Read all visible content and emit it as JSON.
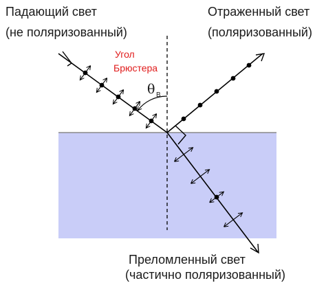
{
  "labels": {
    "incident_line1": "Падающий свет",
    "incident_line2": "(не поляризованный)",
    "reflected_line1": "Отраженный свет",
    "reflected_line2": "(поляризованный)",
    "brewster_line1": "Угол",
    "brewster_line2": "Брюстера",
    "refracted_line1": "Преломленный свет",
    "refracted_line2": "(частично поляризованный)",
    "angle_symbol": "θ",
    "angle_subscript": "B"
  },
  "colors": {
    "medium_fill": "#c9cdf8",
    "surface_line": "#8a8a8a",
    "ray": "#000000",
    "brewster_text": "#e01b1b",
    "text": "#1a1a1a"
  }
}
